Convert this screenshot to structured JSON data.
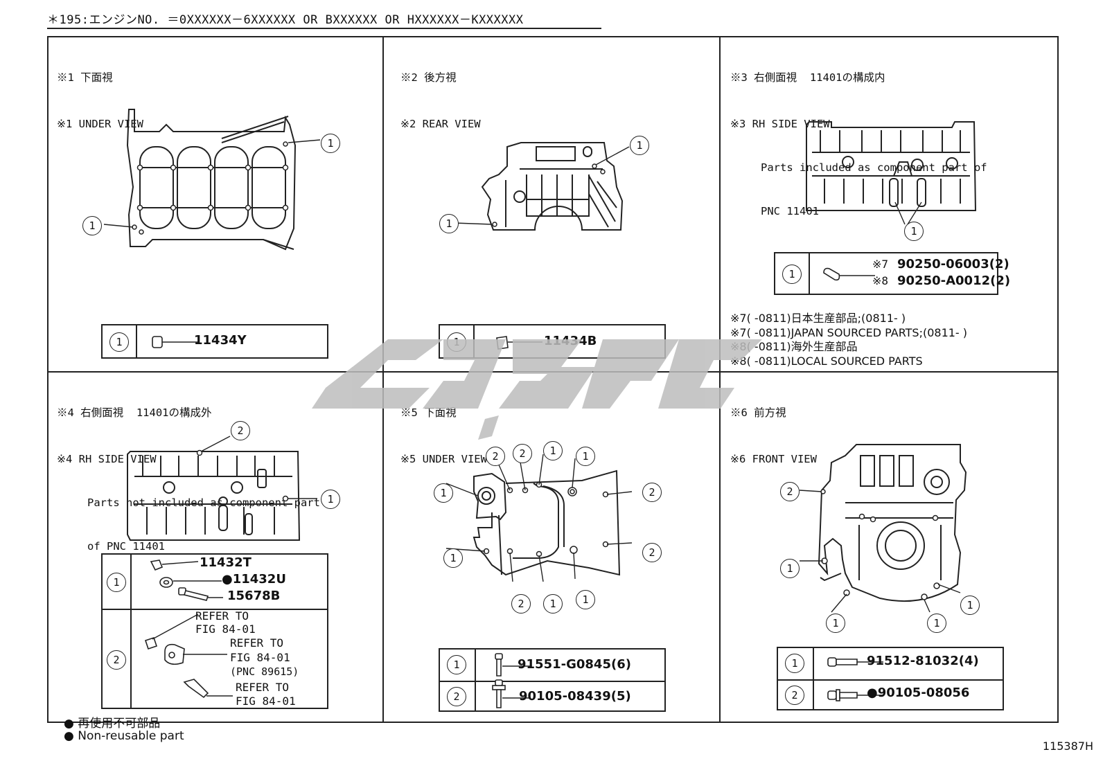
{
  "header": {
    "text": "＊195:エンジンNO. ＝0XXXXXX－6XXXXXX  OR  BXXXXXX  OR  HXXXXXX－KXXXXXX"
  },
  "panels": [
    {
      "id": "p1",
      "title_jp": "※1 下面視",
      "title_en": "※1 UNDER VIEW",
      "callouts": [
        "1",
        "1"
      ],
      "table": {
        "num": "1",
        "part": "11434Y"
      }
    },
    {
      "id": "p2",
      "title_jp": "※2 後方視",
      "title_en": "※2 REAR VIEW",
      "callouts": [
        "1",
        "1"
      ],
      "table": {
        "num": "1",
        "part": "11434B"
      }
    },
    {
      "id": "p3",
      "title_jp": "※3 右側面視  11401の構成内",
      "title_en": "※3 RH SIDE VIEW",
      "desc1": "Parts included as component part of",
      "desc2": "PNC 11401",
      "callouts": [
        "1"
      ],
      "table": {
        "num": "1",
        "ref1": "※7",
        "part1": "90250-06003(2)",
        "ref2": "※8",
        "part2": "90250-A0012(2)"
      },
      "notes": [
        "※7(      -0811)日本生産部品;(0811-      )",
        "※7(      -0811)JAPAN SOURCED PARTS;(0811-      )",
        "※8(      -0811)海外生産部品",
        "※8(      -0811)LOCAL SOURCED PARTS"
      ]
    },
    {
      "id": "p4",
      "title_jp": "※4 右側面視  11401の構成外",
      "title_en": "※4 RH SIDE VIEW",
      "desc1": "Parts not included as component part",
      "desc2": "of PNC 11401",
      "callouts": [
        "2",
        "1"
      ],
      "table": {
        "row1": {
          "num": "1",
          "parts": [
            "11432T",
            "●11432U",
            "15678B"
          ]
        },
        "row2": {
          "num": "2",
          "refs": [
            "REFER TO",
            "FIG 84-01",
            "REFER TO",
            "FIG 84-01",
            "(PNC 89615)",
            "REFER TO",
            "FIG 84-01"
          ]
        }
      }
    },
    {
      "id": "p5",
      "title_jp": "※5 下面視",
      "title_en": "※5 UNDER VIEW",
      "callouts": [
        "2",
        "2",
        "1",
        "1",
        "1",
        "2",
        "1",
        "2",
        "2",
        "1",
        "1"
      ],
      "table": {
        "row1": {
          "num": "1",
          "part": "91551-G0845(6)"
        },
        "row2": {
          "num": "2",
          "part": "90105-08439(5)"
        }
      }
    },
    {
      "id": "p6",
      "title_jp": "※6 前方視",
      "title_en": "※6 FRONT VIEW",
      "callouts": [
        "2",
        "1",
        "1",
        "1",
        "1"
      ],
      "table": {
        "row1": {
          "num": "1",
          "part": "91512-81032(4)"
        },
        "row2": {
          "num": "2",
          "part": "●90105-08056"
        }
      }
    }
  ],
  "legend": {
    "jp": "● 再使用不可部品",
    "en": "● Non-reusable part"
  },
  "figure_number": "115387H"
}
